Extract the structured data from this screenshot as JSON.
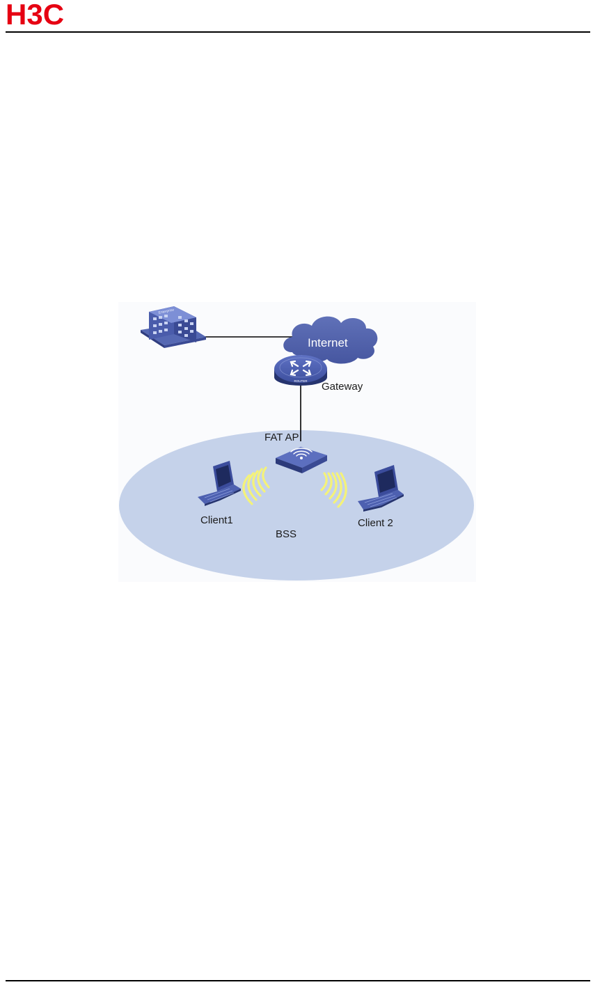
{
  "header": {
    "logo_text": "H3C",
    "logo_color": "#e60012"
  },
  "diagram": {
    "colors": {
      "bss_fill": "#c5d2ea",
      "cloud_fill": "#4f61a8",
      "device_blue": "#3e4fa0",
      "signal_yellow": "#f4f27a",
      "link_line": "#000000"
    },
    "nodes": {
      "enterprise": {
        "icon": "enterprise-building-icon",
        "label": "Enterprise"
      },
      "internet": {
        "icon": "cloud-icon",
        "label": "Internet"
      },
      "gateway": {
        "icon": "router-icon",
        "label": "Gateway",
        "device_text": "ROUTER"
      },
      "fat_ap": {
        "icon": "wireless-ap-icon",
        "label": "FAT AP"
      },
      "client1": {
        "icon": "laptop-icon",
        "label": "Client1"
      },
      "client2": {
        "icon": "laptop-icon",
        "label": "Client 2"
      },
      "bss": {
        "label": "BSS"
      }
    }
  }
}
